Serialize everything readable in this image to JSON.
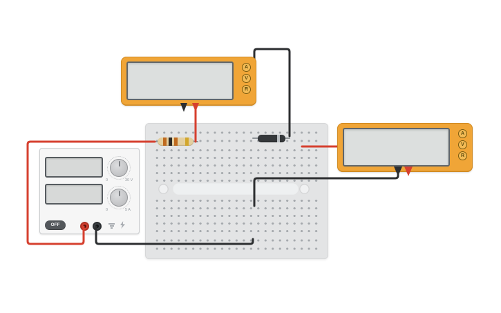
{
  "canvas": {
    "background": "#ffffff"
  },
  "colors": {
    "wire_red": "#d6402f",
    "wire_black": "#2c2e30",
    "lead_gray": "#8e9397",
    "meter_body": "#f0a537",
    "meter_screen": "#dcdfde",
    "breadboard": "#e3e4e5",
    "psu_body": "#f6f6f6"
  },
  "power_supply": {
    "off_button_label": "OFF",
    "display_values": [
      "",
      ""
    ],
    "knobs": [
      {
        "name": "voltage",
        "min_label": "0",
        "max_label": "30 V"
      },
      {
        "name": "current",
        "min_label": "0",
        "max_label": "5 A"
      }
    ],
    "terminals": [
      {
        "name": "positive",
        "color": "#d6402f"
      },
      {
        "name": "negative",
        "color": "#3c4044"
      }
    ]
  },
  "multimeter_1": {
    "buttons": [
      "A",
      "V",
      "R"
    ],
    "screen_value": ""
  },
  "multimeter_2": {
    "buttons": [
      "A",
      "V",
      "R"
    ],
    "screen_value": ""
  },
  "resistor": {
    "band_colors": [
      "#bf6a1f",
      "#2e2a26",
      "#bf6a1f",
      "#d2a62c"
    ]
  },
  "diode": {
    "body_color": "#35383b",
    "stripe_color": "#b9bec2"
  },
  "wires": [
    {
      "name": "supply-positive-to-breadboard",
      "color": "#d6402f"
    },
    {
      "name": "supply-negative-to-breadboard",
      "color": "#2c2e30"
    },
    {
      "name": "multimeter1-red-probe-wire",
      "color": "#d6402f"
    },
    {
      "name": "multimeter1-black-probe-wire",
      "color": "#2c2e30"
    },
    {
      "name": "multimeter2-red-probe-wire",
      "color": "#d6402f"
    },
    {
      "name": "multimeter2-black-probe-wire",
      "color": "#2c2e30"
    }
  ]
}
